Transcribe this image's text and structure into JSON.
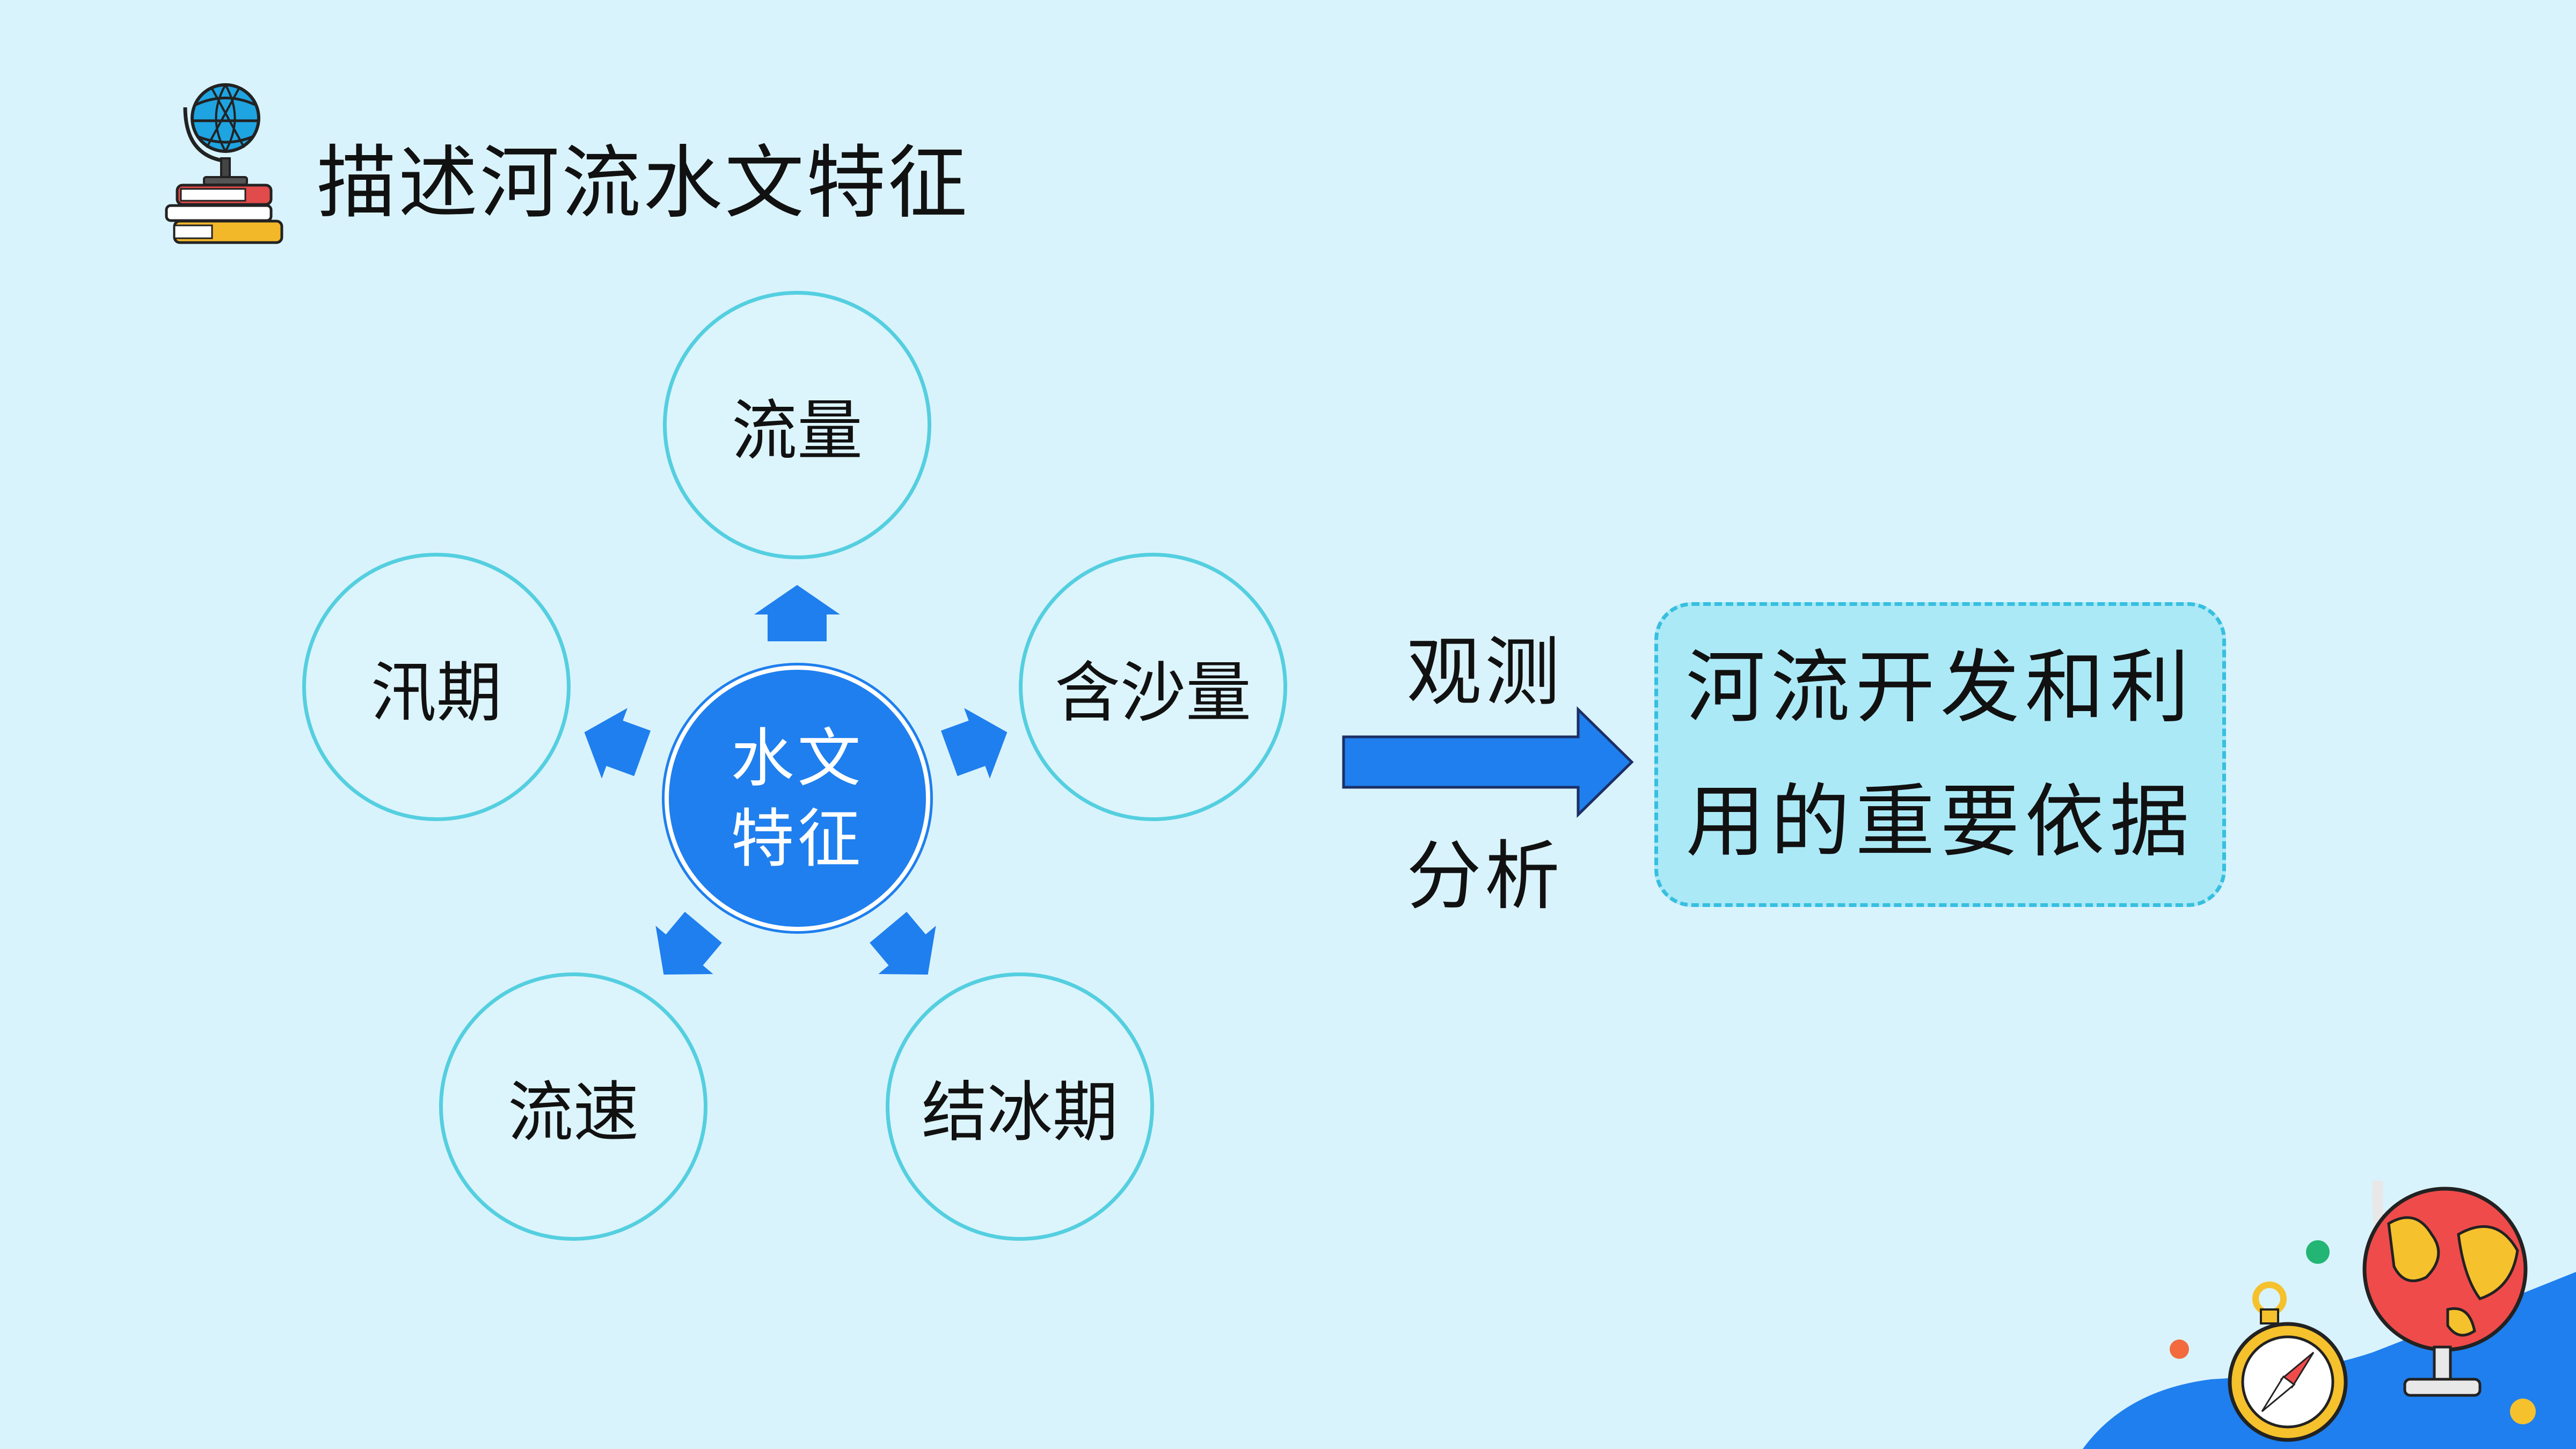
{
  "title": "描述河流水文特征",
  "center": {
    "line1": "水文",
    "line2": "特征"
  },
  "nodes": {
    "top": "流量",
    "right": "含沙量",
    "bottom_right": "结冰期",
    "bottom_left": "流速",
    "left": "汛期"
  },
  "process": {
    "top_label": "观测",
    "bottom_label": "分析"
  },
  "result": {
    "line1": "河流开发和利",
    "line2": "用的重要依据"
  },
  "colors": {
    "background": "#d9f3fc",
    "accent_blue": "#1f7fee",
    "circle_border": "#54cfe0",
    "result_box": "#ace9f6"
  },
  "icons": [
    "globe-books-icon",
    "compass-icon",
    "globe-icon"
  ]
}
